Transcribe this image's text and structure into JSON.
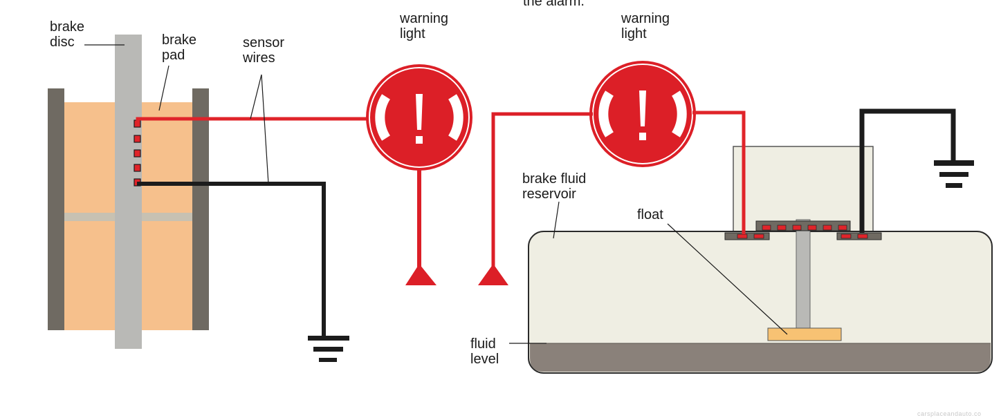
{
  "caption_fragment": "the alarm.",
  "labels": {
    "brake_disc": [
      "brake",
      "disc"
    ],
    "brake_pad": [
      "brake",
      "pad"
    ],
    "sensor_wires": [
      "sensor",
      "wires"
    ],
    "warning_light_left": [
      "warning",
      "light"
    ],
    "warning_light_right": [
      "warning",
      "light"
    ],
    "brake_fluid_reservoir": [
      "brake fluid",
      "reservoir"
    ],
    "float": "float",
    "fluid_level": [
      "fluid",
      "level"
    ]
  },
  "watermark": "carsplaceandauto.co",
  "colors": {
    "wire_red": "#e0242a",
    "wire_black": "#1c1c1c",
    "pad_fill": "#f6c08c",
    "disc_fill": "#b9b9b6",
    "caliper_fill": "#6f6a62",
    "reservoir_fill": "#efeee3",
    "fluid_fill": "#8a817a",
    "float_fill": "#f7c273",
    "light_red": "#dc1f27"
  },
  "icons": {
    "warning_light": "brake-warning-icon",
    "ground": "ground-symbol-icon"
  }
}
